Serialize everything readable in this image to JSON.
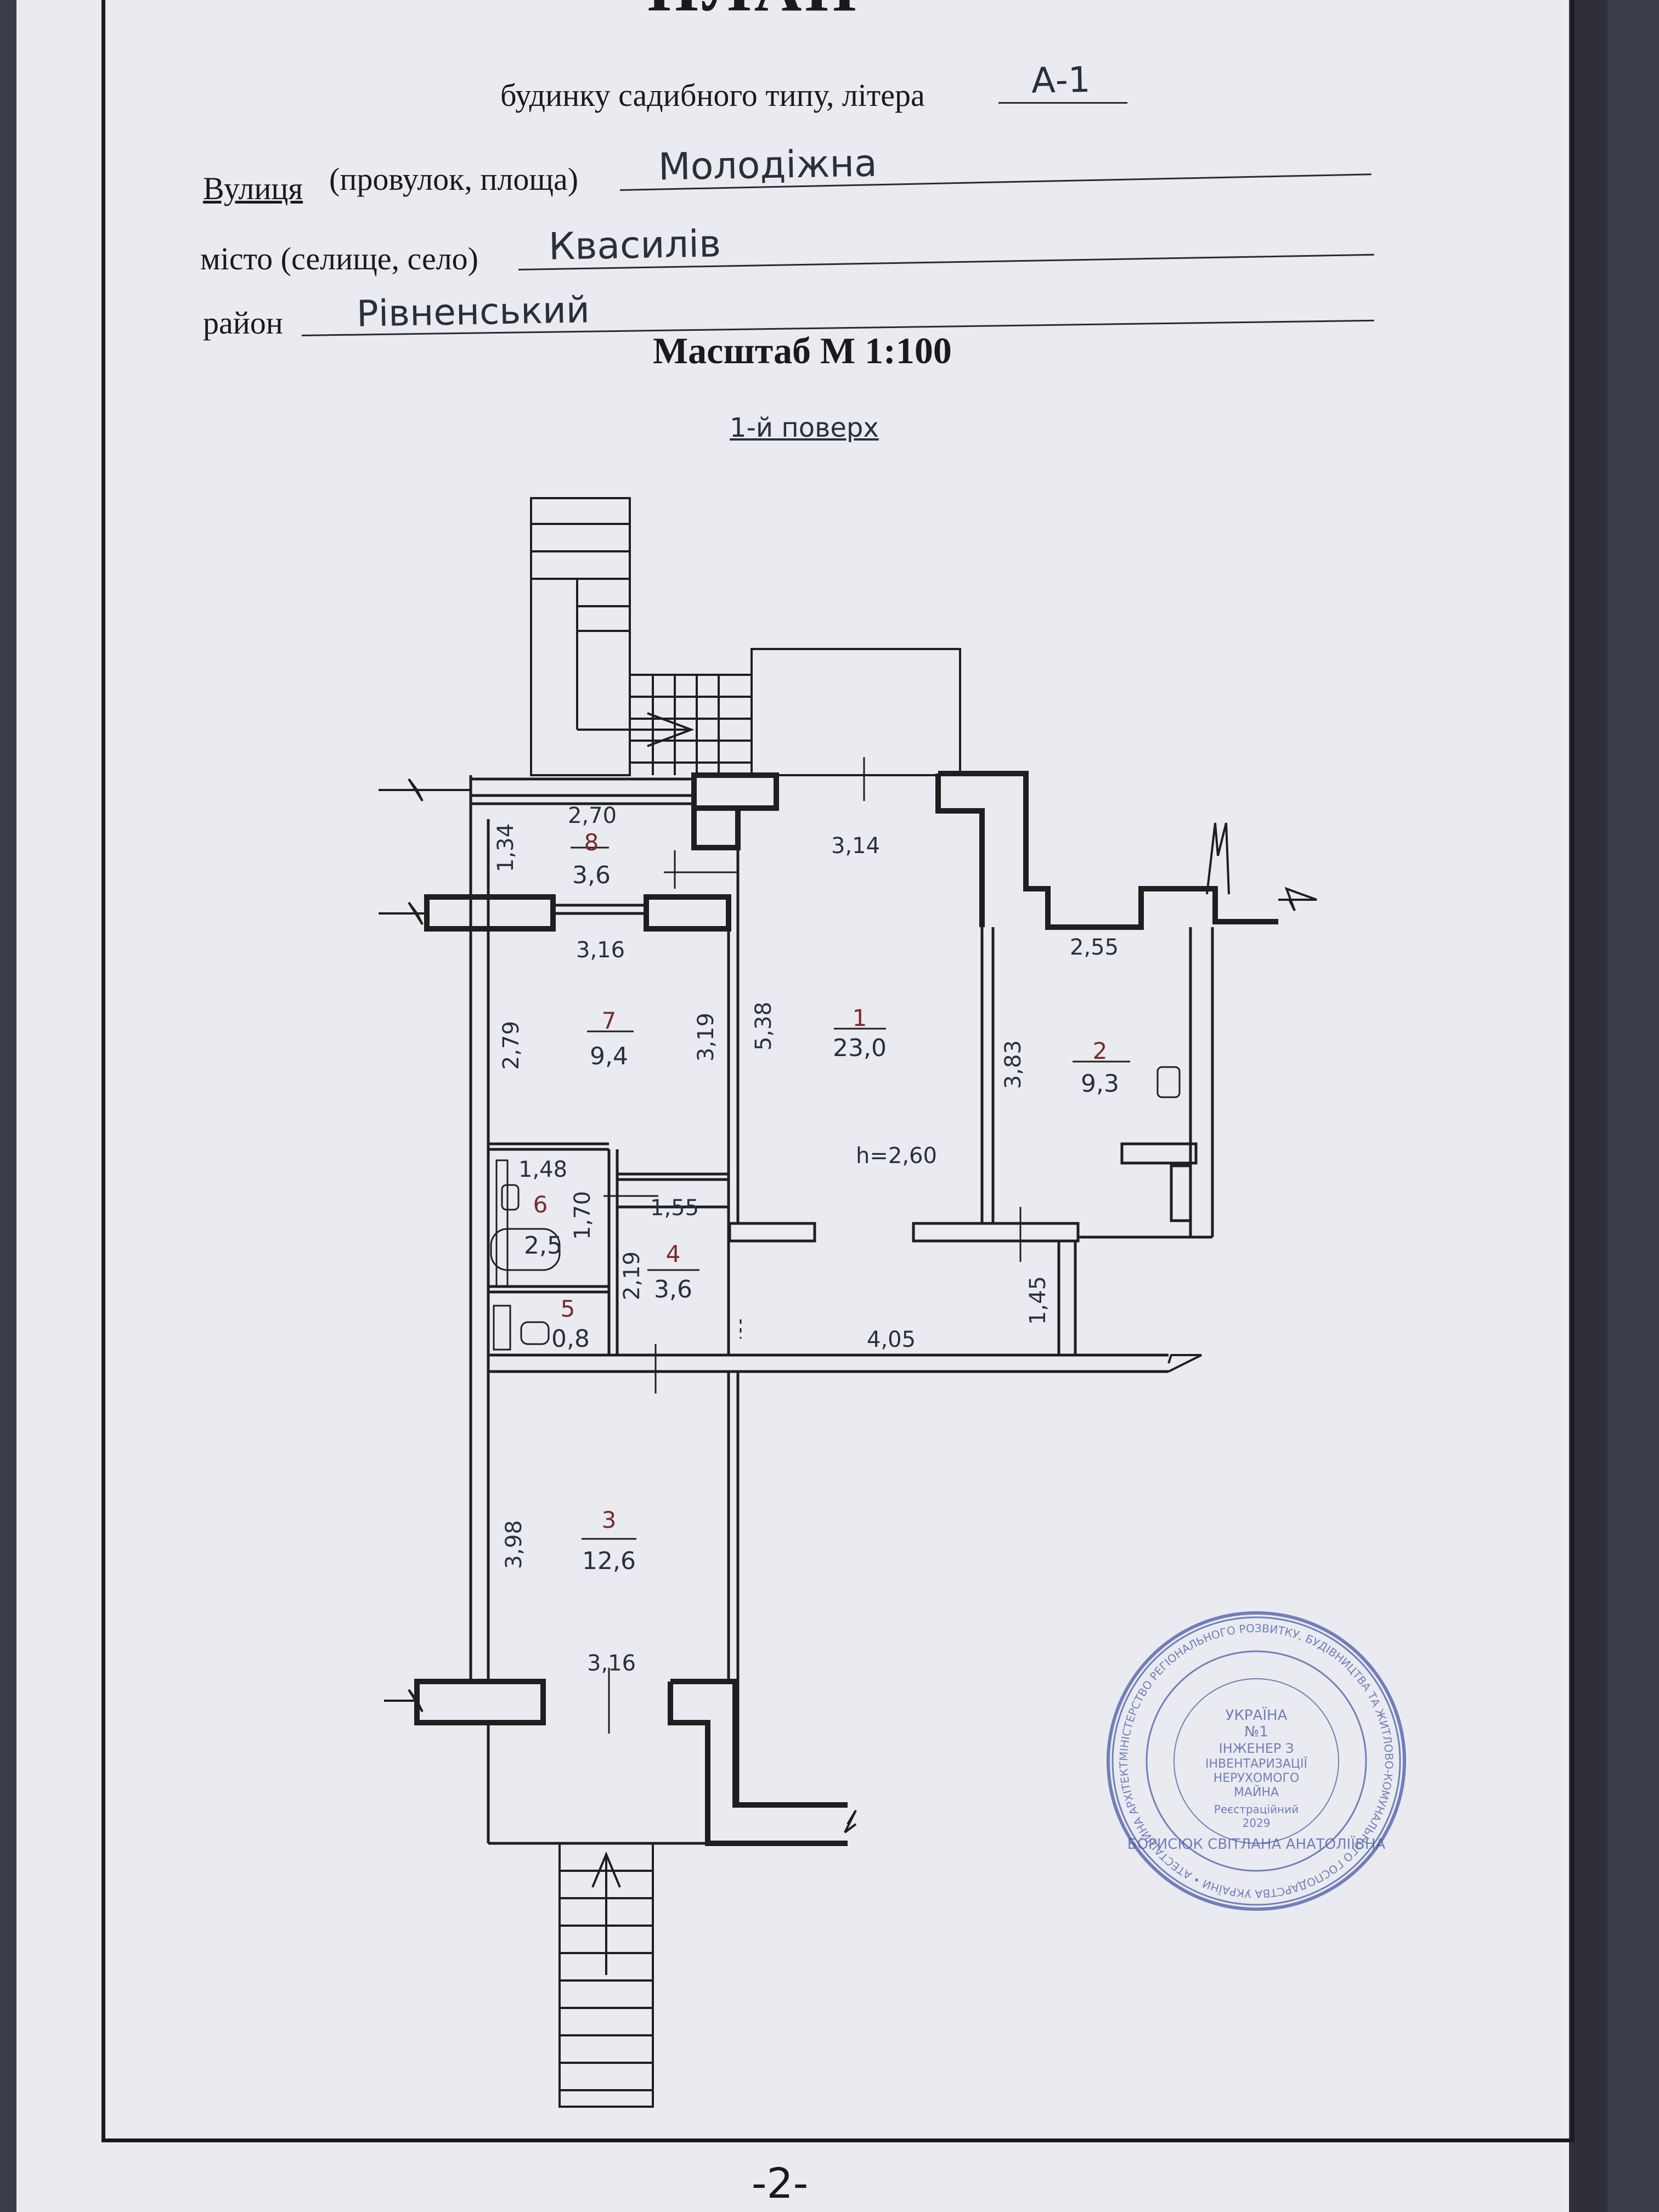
{
  "header": {
    "title": "ПЛАН",
    "subtitle": "будинку садибного типу, літера",
    "litera": "А-1",
    "street_label_1": "Вулиця",
    "street_label_2": "(провулок, площа)",
    "street_value": "Молодіжна",
    "city_label": "місто (селище, село)",
    "city_value": "Квасилів",
    "district_label": "район",
    "district_value": "Рівненський",
    "scale": "Масштаб М 1:100",
    "floor": "1-й поверх"
  },
  "rooms": [
    {
      "number": "1",
      "area": "23,0"
    },
    {
      "number": "2",
      "area": "9,3"
    },
    {
      "number": "3",
      "area": "12,6"
    },
    {
      "number": "4",
      "area": "3,6"
    },
    {
      "number": "5",
      "area": "0,8"
    },
    {
      "number": "6",
      "area": "2,5"
    },
    {
      "number": "7",
      "area": "9,4"
    },
    {
      "number": "8",
      "area": "3,6"
    }
  ],
  "dimensions": {
    "d_2_70": "2,70",
    "d_1_34": "1,34",
    "d_3_14": "3,14",
    "d_3_16_top": "3,16",
    "d_2_55": "2,55",
    "d_2_79": "2,79",
    "d_3_19": "3,19",
    "d_5_38": "5,38",
    "d_3_83": "3,83",
    "d_1_48": "1,48",
    "d_1_70": "1,70",
    "d_1_55": "1,55",
    "d_2_19": "2,19",
    "d_1_45": "1,45",
    "d_4_05": "4,05",
    "d_3_98": "3,98",
    "d_3_16_bottom": "3,16",
    "height": "h=2,60"
  },
  "stamp": {
    "ring_text": "МІНІСТЕРСТВО РЕГІОНАЛЬНОГО РОЗВИТКУ, БУДІВНИЦТВА ТА ЖИТЛОВО-КОМУНАЛЬНОГО ГОСПОДАРСТВА УКРАЇНИ • АТЕСТАЦІЙНА АРХІТЕКТУРНО-БУДІВЕЛЬНА КОМІСІЯ",
    "lines": [
      "УКРАЇНА",
      "№1",
      "ІНЖЕНЕР З",
      "ІНВЕНТАРИЗАЦІЇ",
      "НЕРУХОМОГО",
      "МАЙНА"
    ],
    "name": "БОРИСЮК СВІТЛАНА АНАТОЛІЇВНА",
    "reg": "Реєстраційний",
    "year": "2029"
  },
  "footer": {
    "page": "-2-"
  }
}
